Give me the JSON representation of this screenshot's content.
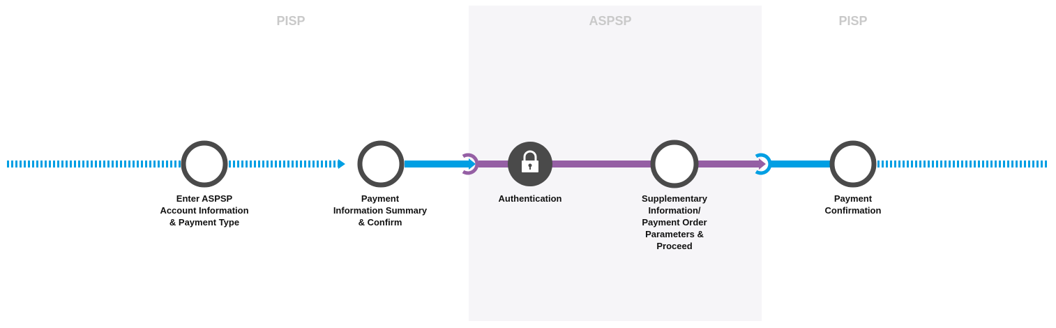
{
  "zones": [
    {
      "label": "PISP"
    },
    {
      "label": "ASPSP"
    },
    {
      "label": "PISP"
    }
  ],
  "steps": [
    {
      "label": "Enter ASPSP\nAccount Information\n& Payment Type",
      "icon": "circle-icon"
    },
    {
      "label": "Payment\nInformation Summary\n& Confirm",
      "icon": "circle-icon"
    },
    {
      "label": "Authentication",
      "icon": "lock-icon"
    },
    {
      "label": "Supplementary\nInformation/\nPayment Order\nParameters &\nProceed",
      "icon": "circle-icon"
    },
    {
      "label": "Payment\nConfirmation",
      "icon": "circle-icon"
    }
  ],
  "colors": {
    "pisp": "#009fe3",
    "aspsp": "#955fa4",
    "node": "#4a4a4a",
    "zone": "#f6f5f8"
  }
}
